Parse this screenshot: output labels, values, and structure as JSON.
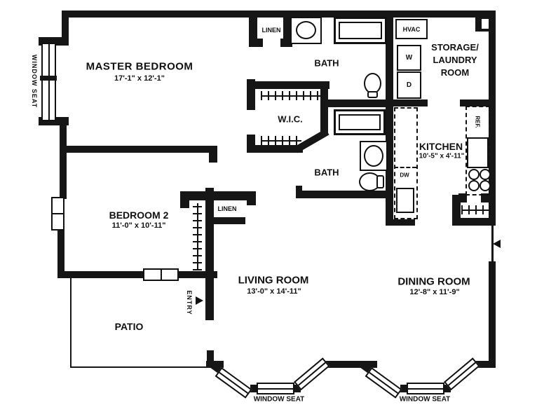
{
  "plan": {
    "rooms": {
      "master_bedroom": {
        "name": "MASTER BEDROOM",
        "dims": "17'-1\" x 12'-1\""
      },
      "bedroom2": {
        "name": "BEDROOM 2",
        "dims": "11'-0\" x 10'-11\""
      },
      "living_room": {
        "name": "LIVING ROOM",
        "dims": "13'-0\" x 14'-11\""
      },
      "dining_room": {
        "name": "DINING ROOM",
        "dims": "12'-8\" x 11'-9\""
      },
      "kitchen": {
        "name": "KITCHEN",
        "dims": "10'-5\" x 4'-11\""
      },
      "storage_laundry": {
        "l1": "STORAGE/",
        "l2": "LAUNDRY",
        "l3": "ROOM"
      },
      "bath_top": {
        "name": "BATH"
      },
      "bath_bottom": {
        "name": "BATH"
      },
      "wic": {
        "name": "W.I.C."
      },
      "patio": {
        "name": "PATIO"
      }
    },
    "closets": {
      "linen_top": "LINEN",
      "linen_hall": "LINEN"
    },
    "appliances": {
      "hvac": "HVAC",
      "washer": "W",
      "dryer": "D",
      "dishwasher": "DW",
      "refrigerator": "REF."
    },
    "labels": {
      "window_seat_left": "WINDOW SEAT",
      "window_seat_bay1": "WINDOW SEAT",
      "window_seat_bay2": "WINDOW SEAT",
      "entry": "ENTRY"
    },
    "colors": {
      "wall": "#161616",
      "background": "#ffffff"
    }
  }
}
